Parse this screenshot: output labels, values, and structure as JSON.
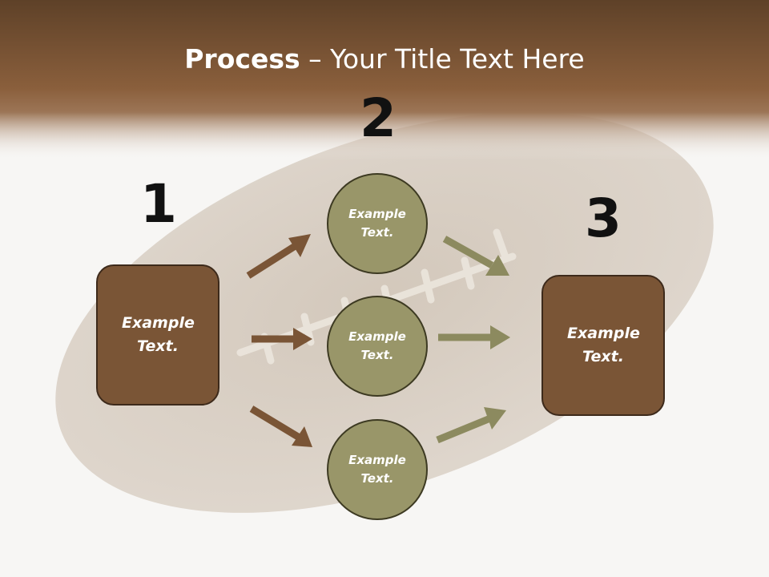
{
  "title": {
    "bold": "Process",
    "rest": " – Your Title Text Here"
  },
  "steps": {
    "one": "1",
    "two": "2",
    "three": "3"
  },
  "left_box": {
    "text": "Example Text."
  },
  "right_box": {
    "text": "Example Text."
  },
  "circles": [
    {
      "text": "Example Text."
    },
    {
      "text": "Example Text."
    },
    {
      "text": "Example Text."
    }
  ],
  "colors": {
    "header": "#7a5032",
    "box_fill": "#7a5536",
    "circle_fill": "#999669",
    "arrow_brown": "#7a5536",
    "arrow_olive": "#8c8a5f"
  }
}
